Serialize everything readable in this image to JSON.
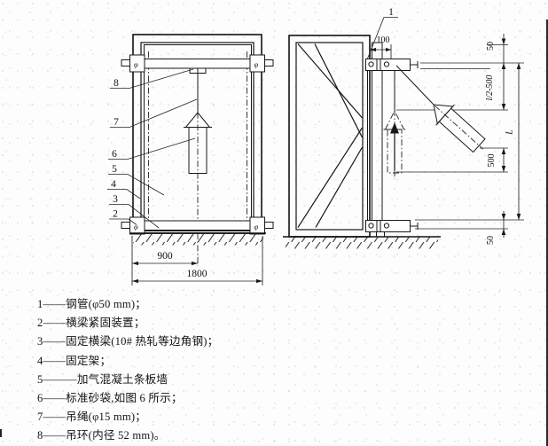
{
  "legend": {
    "items": [
      {
        "label": "1——钢管(φ50 mm)；"
      },
      {
        "label": "2——横梁紧固装置；"
      },
      {
        "label": "3——固定横梁(10# 热轧等边角钢)；"
      },
      {
        "label": "4——固定架；"
      },
      {
        "label": "5———加气混凝土条板墙"
      },
      {
        "label": "6——标准砂袋,如图 6 所示；"
      },
      {
        "label": "7——吊绳(φ15 mm)；"
      },
      {
        "label": "8——吊环(内径 52 mm)。"
      }
    ]
  },
  "front_view": {
    "callouts": [
      "8",
      "7",
      "6",
      "5",
      "4",
      "3",
      "2"
    ],
    "dim_900": "900",
    "dim_1800": "1800",
    "bolt_symbol": "φ"
  },
  "side_view": {
    "callout_1": "1",
    "dim_100": "100",
    "dim_top_50": "50",
    "dim_half_span": "l/2-500",
    "dim_500": "500",
    "dim_bottom_50": "50",
    "dim_overall": "L"
  }
}
